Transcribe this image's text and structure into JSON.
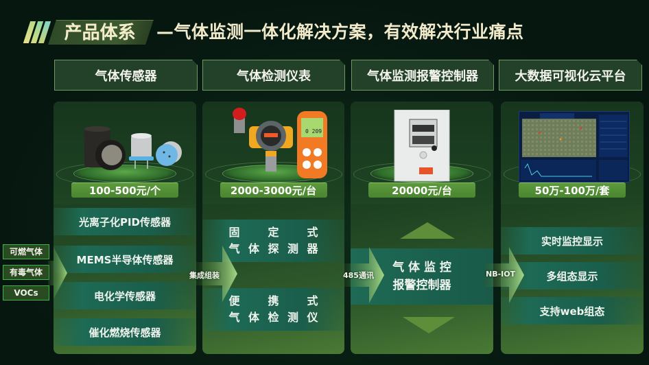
{
  "title": {
    "main": "产品体系",
    "sub": "—气体监测一体化解决方案，有效解决行业痛点"
  },
  "columns": [
    {
      "header": "气体传感器",
      "image": "gas-sensors-product-image",
      "price": "100-500元/个",
      "items": [
        "光离子化PID传感器",
        "MEMS半导体传感器",
        "电化学传感器",
        "催化燃烧传感器"
      ]
    },
    {
      "header": "气体检测仪表",
      "image": "gas-detector-instruments-image",
      "price": "2000-3000元/台",
      "items": [
        {
          "line1": [
            "固",
            "定",
            "式"
          ],
          "line2": [
            "气",
            "体",
            "探",
            "测",
            "器"
          ]
        },
        {
          "line1": [
            "便",
            "携",
            "式"
          ],
          "line2": [
            "气",
            "体",
            "检",
            "测",
            "仪"
          ]
        }
      ]
    },
    {
      "header": "气体监测报警控制器",
      "image": "alarm-controller-cabinet-image",
      "price": "20000元/台",
      "items": [
        {
          "line1": "气 体 监 控",
          "line2": "报警控制器"
        }
      ]
    },
    {
      "header": "大数据可视化云平台",
      "image": "cloud-platform-dashboard-image",
      "price": "50万-100万/套",
      "items": [
        "实时监控显示",
        "多组态显示",
        "支持web组态"
      ]
    }
  ],
  "gas_types": [
    "可燃气体",
    "有毒气体",
    "VOCs"
  ],
  "connectors": [
    "集成组装",
    "485通讯",
    "NB-IOT"
  ],
  "colors": {
    "background": "#071a10",
    "header_fill": "#234029",
    "header_border": "#6f9a5e",
    "price_fill": "#5d9a3c",
    "item_bar": "#1d6a55",
    "title_text": "#f3ecc8",
    "gas_tag_border": "#3db54a"
  }
}
